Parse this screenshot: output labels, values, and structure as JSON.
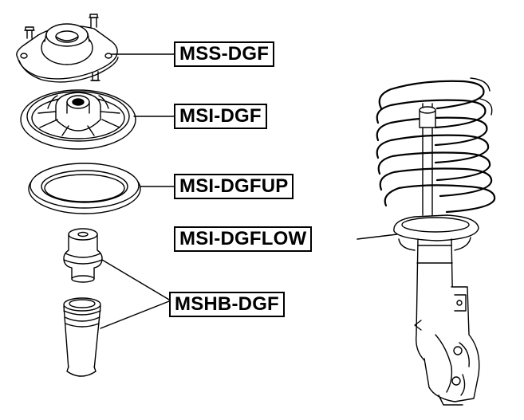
{
  "parts": [
    {
      "id": "mss",
      "code": "MSS-DGF"
    },
    {
      "id": "msi",
      "code": "MSI-DGF"
    },
    {
      "id": "msiup",
      "code": "MSI-DGFUP"
    },
    {
      "id": "msilow",
      "code": "MSI-DGFLOW"
    },
    {
      "id": "mshb",
      "code": "MSHB-DGF"
    }
  ],
  "colors": {
    "line": "#000000",
    "background": "#ffffff"
  }
}
